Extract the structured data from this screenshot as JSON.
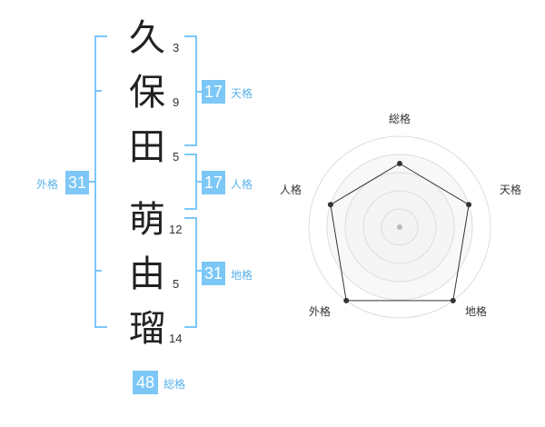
{
  "colors": {
    "accent": "#7cc7f6",
    "label": "#5ab2ea",
    "text": "#222222"
  },
  "name": {
    "characters": [
      {
        "char": "久",
        "strokes": "3"
      },
      {
        "char": "保",
        "strokes": "9"
      },
      {
        "char": "田",
        "strokes": "5"
      },
      {
        "char": "萌",
        "strokes": "12"
      },
      {
        "char": "由",
        "strokes": "5"
      },
      {
        "char": "瑠",
        "strokes": "14"
      }
    ]
  },
  "kakusu": {
    "tenkaku": {
      "value": "17",
      "label": "天格"
    },
    "jinkaku": {
      "value": "17",
      "label": "人格"
    },
    "chikaku": {
      "value": "31",
      "label": "地格"
    },
    "gaikaku": {
      "value": "31",
      "label": "外格"
    },
    "soukaku": {
      "value": "48",
      "label": "総格"
    }
  },
  "chart_data": {
    "type": "radar",
    "axes": [
      "総格",
      "天格",
      "地格",
      "外格",
      "人格"
    ],
    "values": [
      3.5,
      4,
      5,
      5,
      4
    ],
    "rmax": 5,
    "rings": 5
  }
}
